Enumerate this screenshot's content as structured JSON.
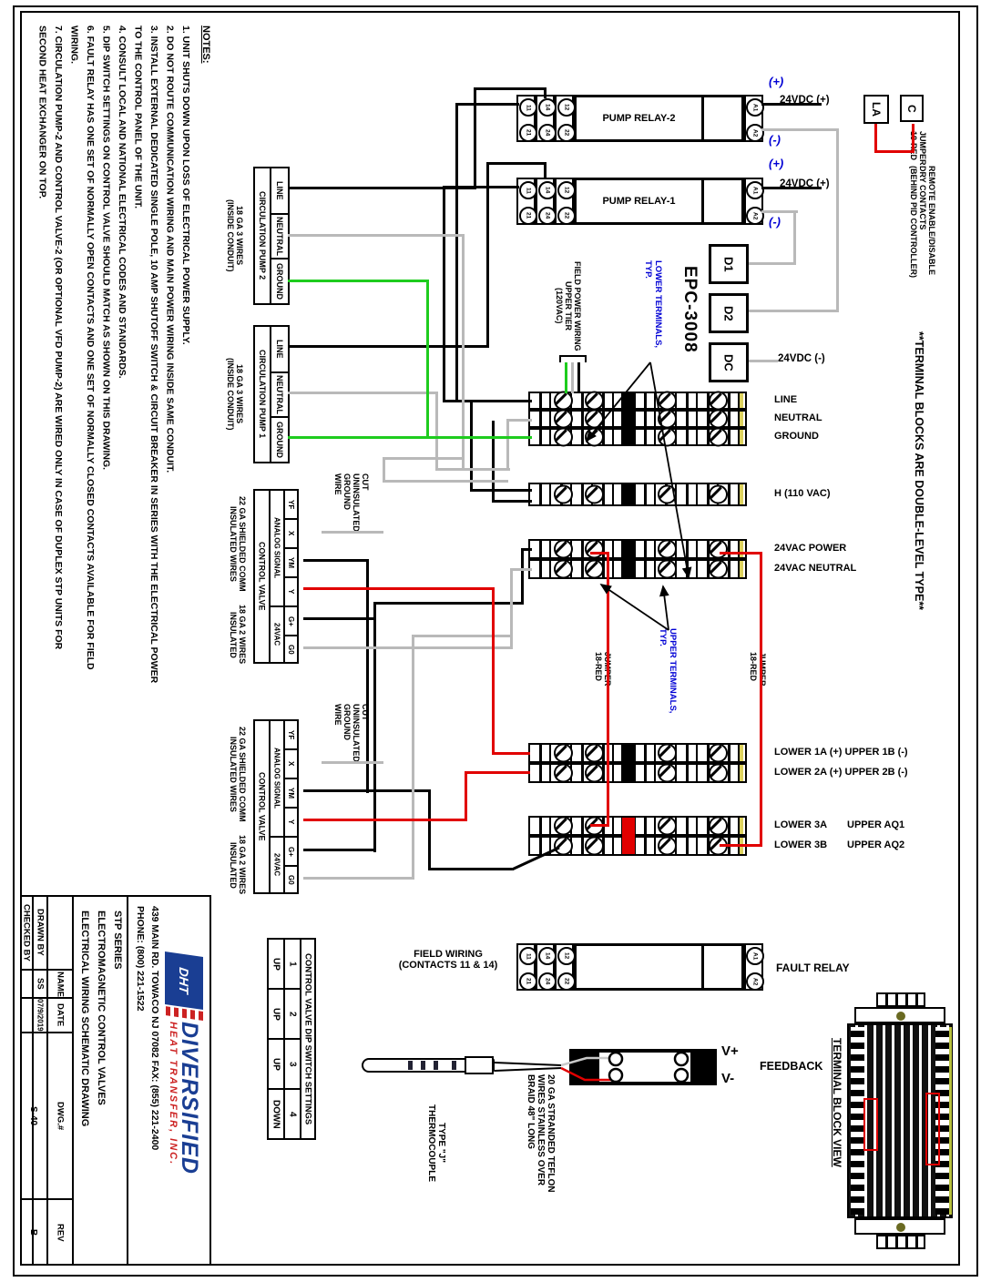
{
  "drawing": {
    "notes_title": "NOTES:",
    "notes_body": "1.  UNIT SHUTS DOWN UPON LOSS OF ELECTRICAL POWER SUPPLY.\n2.  DO NOT ROUTE COMMUNICATION WIRING AND MAIN POWER WIRING INSIDE SAME CONDUIT.\n3.  INSTALL EXTERNAL DEDICATED SINGLE POLE, 10 AMP SHUTOFF SWITCH & CIRCUIT BREAKER IN SERIES WITH THE ELECTRICAL POWER\n      TO THE CONTROL PANEL OF THE UNIT.\n4.  CONSULT LOCAL AND NATIONAL ELECTRICAL CODES AND STANDARDS.\n5.  DIP SWITCH SETTINGS ON CONTROL VALVE SHOULD MATCH AS SHOWN ON THIS DRAWING.\n6.  FAULT RELAY HAS ONE SET OF NORMALLY OPEN CONTACTS AND ONE SET OF NORMALLY CLOSED CONTACTS AVAILABLE FOR FIELD\n      WIRING.\n7.  CIRCULATION PUMP-2 AND CONTROL VALVE-2 (OR OPTIONAL VFD PUMP-2) ARE WIRED ONLY IN CASE OF DUPLEX STP UNITS FOR\n      SECOND HEAT EXCHANGER ON TOP.",
    "double_level_note": "**TERMINAL BLOCKS ARE DOUBLE-LEVEL TYPE**"
  },
  "pumps": {
    "pump2": "CIRCULATION PUMP 2",
    "pump1": "CIRCULATION PUMP 1",
    "terminals": [
      "LINE",
      "NEUTRAL",
      "GROUND"
    ],
    "wire_note": "18 GA 3 WIRES\n(INSIDE CONDUIT)"
  },
  "valves": {
    "name": "CONTROL VALVE",
    "analog": "ANALOG SIGNAL",
    "vac": "24VAC",
    "terminals": [
      "YF",
      "X",
      "YM",
      "Y",
      "G+",
      "G0"
    ],
    "comm_note": "22 GA SHIELDED COMM\nINSULATED WIRES",
    "power_note": "18 GA 2 WIRES\nINSULATED",
    "cut_note": "CUT\nUNINSULATED\nGROUND\nWIRE"
  },
  "relays": {
    "pump2": "PUMP RELAY-2",
    "pump1": "PUMP RELAY-1",
    "fault": "FAULT RELAY",
    "top": [
      "11",
      "14",
      "12"
    ],
    "bottom": [
      "21",
      "24",
      "22"
    ],
    "coil": [
      "A1",
      "A2"
    ]
  },
  "power": {
    "vdc_pos": "24VDC (+)",
    "vdc_neg": "24VDC (-)",
    "pos": "(+)",
    "neg": "(-)"
  },
  "epc": {
    "model": "EPC-3008",
    "d1": "D1",
    "d2": "D2",
    "dc": "DC",
    "lower": "LOWER TERMINALS,\nTYP.",
    "upper": "UPPER TERMINALS,\nTYP.",
    "field_power": "FIELD POWER WIRING\nUPPER TIER\n(120VAC)"
  },
  "remote": {
    "t1": "LA",
    "t2": "C",
    "jumper": "JUMPER\n18-RED",
    "desc": "REMOTE ENABLE/DISABLE\nDRY CONTACTS\n(BEHIND PID CONTROLLER)"
  },
  "tb": {
    "line": "LINE",
    "neutral": "NEUTRAL",
    "ground": "GROUND",
    "h110": "H (110 VAC)",
    "p24": "24VAC POWER",
    "n24": "24VAC NEUTRAL",
    "r1": "LOWER 1A (+) UPPER 1B (-)",
    "r2": "LOWER 2A (+) UPPER 2B (-)",
    "r3a": "LOWER 3A",
    "raq1": "UPPER AQ1",
    "r3b": "LOWER 3B",
    "raq2": "UPPER AQ2",
    "jumper": "JUMPER\n18-RED"
  },
  "dip": {
    "header": "CONTROL VALVE DIP SWITCH SETTINGS",
    "rows": [
      {
        "n": "1",
        "v": "UP"
      },
      {
        "n": "2",
        "v": "UP"
      },
      {
        "n": "3",
        "v": "UP"
      },
      {
        "n": "4",
        "v": "DOWN"
      }
    ]
  },
  "field": {
    "wiring": "FIELD WIRING\n(CONTACTS 11 & 14)"
  },
  "sensors": {
    "tc": "TYPE \"J\"\nTHERMOCOUPLE",
    "tc_wire": "20 GA STRANDED TEFLON\nWIRES STAINLESS OVER\nBRAID 48\" LONG",
    "feedback": "FEEDBACK",
    "vp": "V+",
    "vm": "V-"
  },
  "tbv": {
    "title": "TERMINAL BLOCK VIEW"
  },
  "titleblock": {
    "brand": "DIVERSIFIED",
    "brand2": "HEAT TRANSFER, INC.",
    "dht": "DHT",
    "address": "439 MAIN RD. TOWACO NJ 07082        FAX: (855) 221-2400\nPHONE: (800) 221-1522",
    "titles": "STP SERIES\nELECTROMAGNETIC CONTROL VALVES\nELECTRICAL WIRING SCHEMATIC DRAWING",
    "drawn": "DRAWN BY",
    "checked": "CHECKED BY",
    "name": "NAME",
    "date": "DATE",
    "dwg": "DWG.#",
    "rev": "REV",
    "v_name": "SS",
    "v_date": "07/9/2019",
    "v_dwg": "S-40",
    "v_rev": "B"
  }
}
